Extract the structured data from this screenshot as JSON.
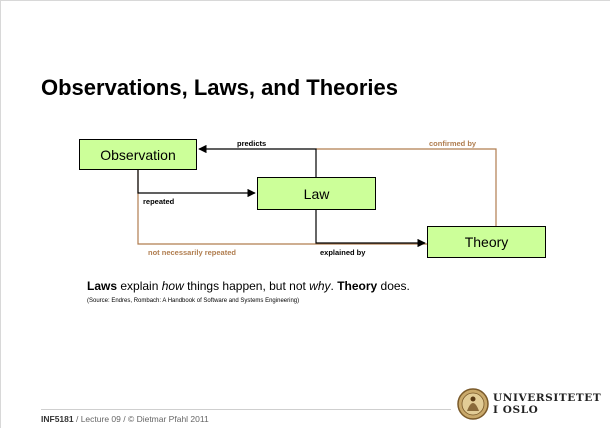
{
  "slide": {
    "title": "Observations, Laws, and Theories"
  },
  "diagram": {
    "nodes": {
      "observation": "Observation",
      "law": "Law",
      "theory": "Theory"
    },
    "edge_labels": {
      "predicts": "predicts",
      "confirmed_by": "confirmed  by",
      "repeated": "repeated",
      "not_necessarily_repeated": "not necessarily repeated",
      "explained_by": "explained by"
    },
    "colors": {
      "node_fill": "#ccff99",
      "black_edge": "#000000",
      "brown_edge": "#b07d4f"
    }
  },
  "statement": {
    "laws": "Laws",
    "part1": " explain ",
    "how": "how",
    "part2": " things happen, but not ",
    "why": "why",
    "part3": ". ",
    "theory": "Theory",
    "part4": " does."
  },
  "source": "(Source: Endres, Rombach: A Handbook of Software and Systems Engineering)",
  "footer": {
    "course": "INF5181",
    "rest": " / Lecture 09 / © Dietmar Pfahl 2011"
  },
  "logo": {
    "line1": "UNIVERSITETET",
    "line2": "I OSLO",
    "icon": "university-seal-icon"
  }
}
